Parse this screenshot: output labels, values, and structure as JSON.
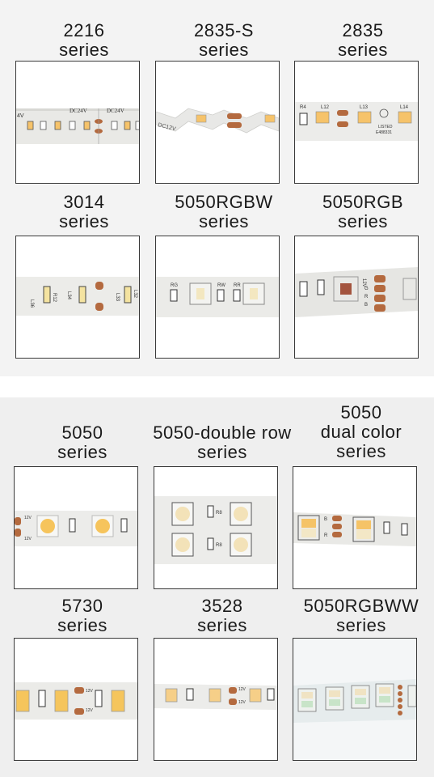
{
  "top_panel": {
    "items": [
      {
        "line1": "2216",
        "line2": "series",
        "strip_text": "DC24V",
        "strip_text2": "DC24V",
        "strip_text3": "4V"
      },
      {
        "line1": "2835-S",
        "line2": "series",
        "strip_text": "DC12V"
      },
      {
        "line1": "2835",
        "line2": "series",
        "strip_text": "R4",
        "strip_text2": "L12",
        "strip_text3": "L13",
        "strip_text4": "L14",
        "strip_text5": "LISTED",
        "strip_text6": "E488331"
      },
      {
        "line1": "3014",
        "line2": "series",
        "strip_text": "L36",
        "strip_text2": "R12",
        "strip_text3": "L34",
        "strip_text4": "L33",
        "strip_text5": "L32"
      },
      {
        "line1": "5050RGBW",
        "line2": "series",
        "strip_text": "RG",
        "strip_text2": "RW",
        "strip_text3": "RR"
      },
      {
        "line1": "5050RGB",
        "line2": "series",
        "strip_text": "12V",
        "strip_text2": "G",
        "strip_text3": "R",
        "strip_text4": "B"
      }
    ]
  },
  "bottom_panel": {
    "items": [
      {
        "line1": "5050",
        "line2": "series",
        "line0": "",
        "strip_text": "12V",
        "strip_text2": "12V"
      },
      {
        "line1": "5050-double row",
        "line2": "series",
        "line0": "",
        "strip_text": "R8",
        "strip_text2": "R8"
      },
      {
        "line0": "5050",
        "line1": "dual color",
        "line2": "series",
        "strip_text": "B",
        "strip_text2": "R"
      },
      {
        "line1": "5730",
        "line2": "series",
        "line0": "",
        "strip_text": "12V",
        "strip_text2": "12V"
      },
      {
        "line1": "3528",
        "line2": "series",
        "line0": "",
        "strip_text": "12V",
        "strip_text2": "12V"
      },
      {
        "line1": "5050RGBWW",
        "line2": "series",
        "line0": ""
      }
    ]
  },
  "colors": {
    "strip": "#eeeeec",
    "copper": "#b46a3f",
    "led_warm": "#f6c36a",
    "led_yellow": "#f4b23c",
    "photo_bg": "#ffffff",
    "frame": "#3a3a3a"
  }
}
